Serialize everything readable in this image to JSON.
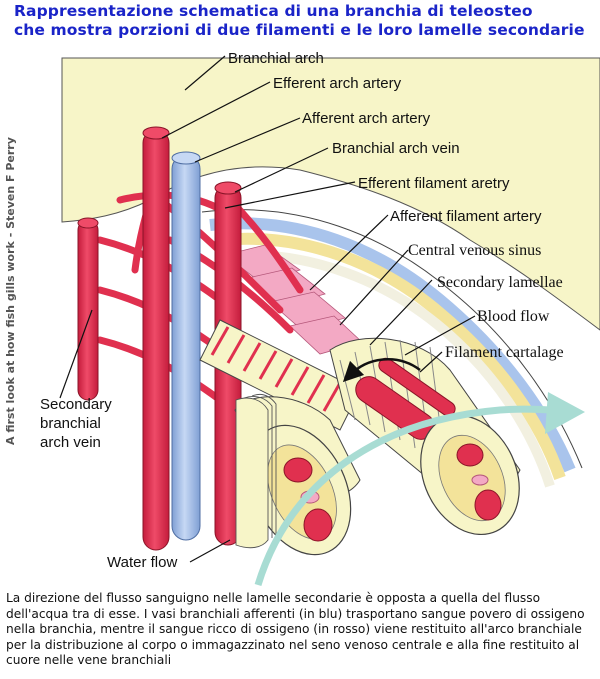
{
  "title": {
    "line1": "Rappresentazione schematica di una branchia di teleosteo",
    "line2": "che mostra porzioni di due filamenti e le loro lamelle secondarie"
  },
  "credit": "A first look at how fish gills work - Steven F Perry",
  "labels": {
    "branchial_arch": "Branchial arch",
    "efferent_arch_artery": "Efferent arch artery",
    "afferent_arch_artery": "Afferent arch artery",
    "branchial_arch_vein": "Branchial arch vein",
    "efferent_filament_artery": "Efferent filament aretry",
    "afferent_filament_artery": "Afferent filament artery",
    "central_venous_sinus": "Central venous sinus",
    "secondary_lamellae": "Secondary lamellae",
    "blood_flow": "Blood flow",
    "filament_cartilage": "Filament cartalage",
    "secondary_branchial_arch_vein": [
      "Secondary",
      "branchial",
      "arch vein"
    ],
    "water_flow": "Water flow"
  },
  "caption": "La direzione del flusso sanguigno nelle lamelle secondarie è opposta a quella del flusso dell'acqua tra di esse. I vasi branchiali afferenti (in blu) trasportano sangue povero di ossigeno nella branchia, mentre il sangue ricco di ossigeno (in rosso) viene restituito all'arco branchiale per la distribuzione al corpo o immagazzinato nel seno venoso centrale e alla fine restituito al cuore nelle vene branchiali",
  "colors": {
    "title": "#1a24c8",
    "artery_red": "#e0304f",
    "vein_blue": "#a9c4ec",
    "arch_yellow": "#f7f5c8",
    "cartilage_yellow": "#f3e39a",
    "lamella_pink": "#f3a9c4",
    "water_flow": "#a8dcd3"
  }
}
